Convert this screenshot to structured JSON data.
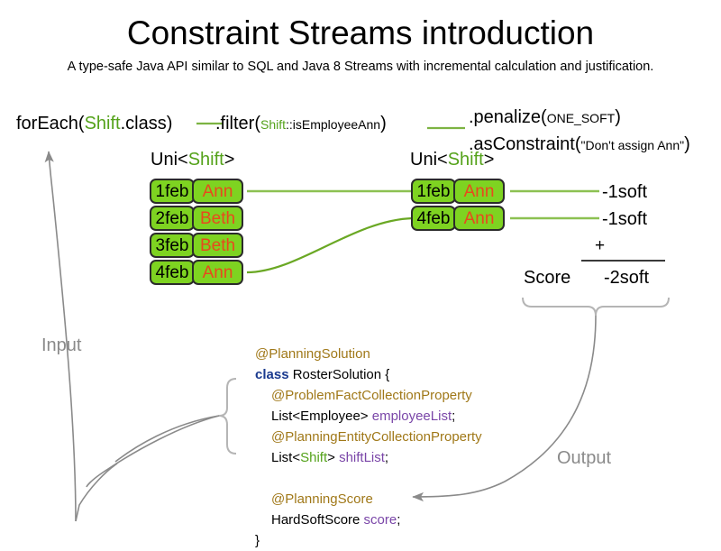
{
  "header": {
    "title": "Constraint Streams introduction",
    "subtitle": "A type-safe Java API similar to SQL and Java 8 Streams with incremental calculation and justification."
  },
  "pipeline": {
    "step1": {
      "call": "forEach(",
      "type": "Shift",
      "tail": ".class)"
    },
    "step2": {
      "call": ".filter(",
      "arg_type": "Shift",
      "arg_rest": "::isEmployeeAnn",
      "tail": ")"
    },
    "step3": {
      "call": ".penalize(",
      "arg": "ONE_SOFT",
      "tail": ")"
    },
    "step4": {
      "call": ".asConstraint(",
      "arg": "\"Don't assign Ann\"",
      "tail": ")"
    }
  },
  "streams": {
    "left": {
      "label_prefix": "Uni<",
      "label_type": "Shift",
      "label_suffix": ">",
      "tuples": [
        {
          "date": "1feb",
          "employee": "Ann"
        },
        {
          "date": "2feb",
          "employee": "Beth"
        },
        {
          "date": "3feb",
          "employee": "Beth"
        },
        {
          "date": "4feb",
          "employee": "Ann"
        }
      ]
    },
    "right": {
      "label_prefix": "Uni<",
      "label_type": "Shift",
      "label_suffix": ">",
      "tuples": [
        {
          "date": "1feb",
          "employee": "Ann"
        },
        {
          "date": "4feb",
          "employee": "Ann"
        }
      ]
    }
  },
  "scores": {
    "penalties": [
      "-1soft",
      "-1soft"
    ],
    "operator": "+",
    "label": "Score",
    "total": "-2soft"
  },
  "code": {
    "lines": [
      {
        "indent": 1,
        "parts": [
          {
            "t": "@PlanningSolution",
            "c": "ann"
          }
        ]
      },
      {
        "indent": 1,
        "parts": [
          {
            "t": "class ",
            "c": "kw"
          },
          {
            "t": "RosterSolution {",
            "c": "plain"
          }
        ]
      },
      {
        "indent": 2,
        "parts": [
          {
            "t": "@ProblemFactCollectionProperty",
            "c": "ann"
          }
        ]
      },
      {
        "indent": 2,
        "parts": [
          {
            "t": "List<Employee> ",
            "c": "plain"
          },
          {
            "t": "employeeList",
            "c": "fld"
          },
          {
            "t": ";",
            "c": "plain"
          }
        ]
      },
      {
        "indent": 2,
        "parts": [
          {
            "t": "@PlanningEntityCollectionProperty",
            "c": "ann"
          }
        ]
      },
      {
        "indent": 2,
        "parts": [
          {
            "t": "List<",
            "c": "plain"
          },
          {
            "t": "Shift",
            "c": "typ"
          },
          {
            "t": "> ",
            "c": "plain"
          },
          {
            "t": "shiftList",
            "c": "fld"
          },
          {
            "t": ";",
            "c": "plain"
          }
        ]
      },
      {
        "indent": 0,
        "parts": [
          {
            "t": " ",
            "c": "plain"
          }
        ]
      },
      {
        "indent": 2,
        "parts": [
          {
            "t": "@PlanningScore",
            "c": "ann"
          }
        ]
      },
      {
        "indent": 2,
        "parts": [
          {
            "t": "HardSoftScore ",
            "c": "plain"
          },
          {
            "t": "score",
            "c": "fld"
          },
          {
            "t": ";",
            "c": "plain"
          }
        ]
      },
      {
        "indent": 1,
        "parts": [
          {
            "t": "}",
            "c": "plain"
          }
        ]
      }
    ]
  },
  "annotations": {
    "input": "Input",
    "output": "Output"
  },
  "colors": {
    "tuple_fill": "#7ed321",
    "tuple_border": "#2b2b2b",
    "employee_text": "#e8491d",
    "type_green": "#54a21a",
    "connector_green": "#8cc152",
    "annotation_gray": "#8a8a8a",
    "java_annotation": "#a07818",
    "java_keyword": "#1a3a8f",
    "java_field": "#7a46a8"
  }
}
